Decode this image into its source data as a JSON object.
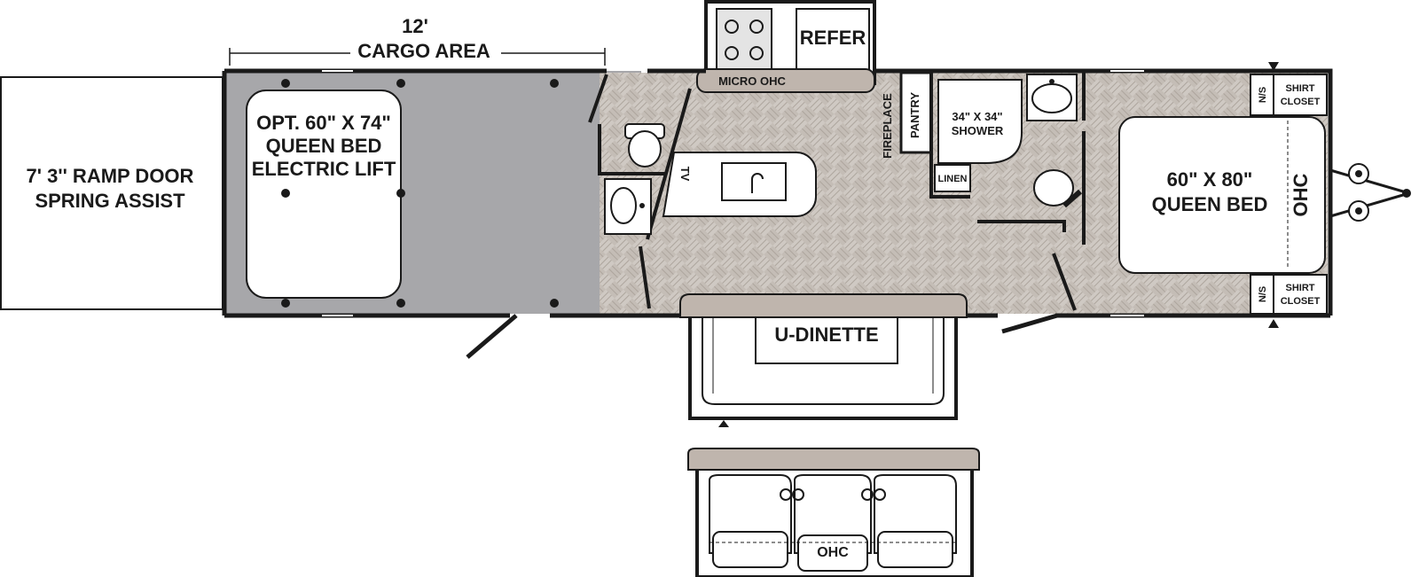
{
  "labels": {
    "cargo_dim": "12'",
    "cargo_area": "CARGO AREA",
    "ramp_line1": "7' 3'' RAMP DOOR",
    "ramp_line2": "SPRING ASSIST",
    "opt_bed_line1": "OPT. 60\" X 74\"",
    "opt_bed_line2": "QUEEN BED",
    "opt_bed_line3": "ELECTRIC LIFT",
    "refer": "REFER",
    "micro_ohc": "MICRO OHC",
    "tv": "TV",
    "fireplace": "FIREPLACE",
    "pantry": "PANTRY",
    "shower_line1": "34\" X 34\"",
    "shower_line2": "SHOWER",
    "linen": "LINEN",
    "ns_top": "N/S",
    "ns_bottom": "N/S",
    "shirt_top": "SHIRT",
    "closet_top": "CLOSET",
    "shirt_bottom": "SHIRT",
    "closet_bottom": "CLOSET",
    "queen_line1": "60\" X 80\"",
    "queen_line2": "QUEEN BED",
    "ohc_right": "OHC",
    "u_dinette": "U-DINETTE",
    "ohc_bottom": "OHC"
  },
  "colors": {
    "wall": "#1a1a1a",
    "cargo_floor": "#a7a7aa",
    "tile_floor": "#cfc9c3",
    "tile_stripe": "#b5aea7",
    "counter": "#bfb5ad"
  }
}
